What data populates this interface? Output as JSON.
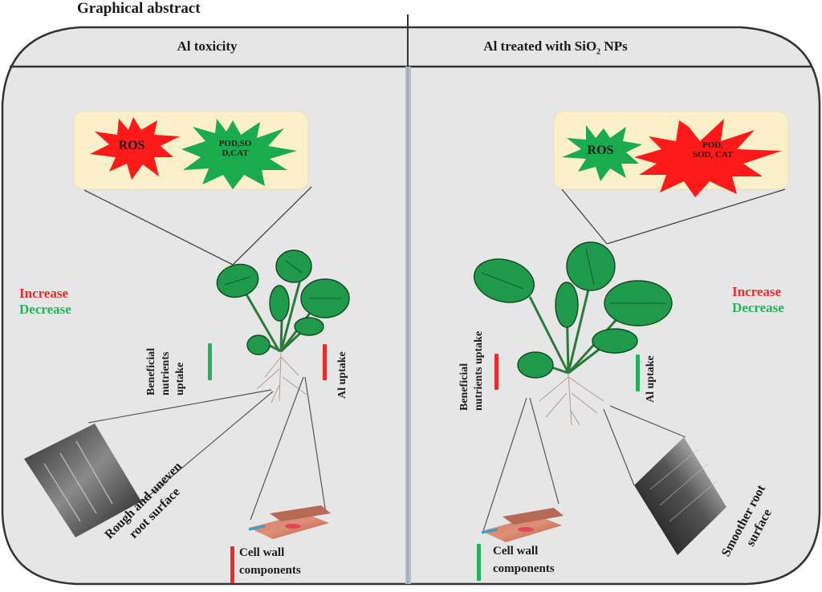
{
  "title": "Graphical abstract",
  "legend": {
    "increase_label": "Increase",
    "decrease_label": "Decrease",
    "increase_color": "#ee2b2b",
    "decrease_color": "#22b35a"
  },
  "panels": {
    "left": {
      "header": "Al  toxicity",
      "stars": [
        {
          "label": "ROS",
          "trend": "increase"
        },
        {
          "label_line1": "POD,SO",
          "label_line2": "D,CAT",
          "trend": "decrease"
        }
      ],
      "nutrients_label": [
        "Beneficial",
        "nutrients",
        "uptake"
      ],
      "nutrients_trend": "decrease",
      "al_uptake_label": "Al uptake",
      "al_uptake_trend": "increase",
      "root_surface_label": [
        "Rough and uneven",
        "root surface"
      ],
      "cell_wall_label": [
        "Cell wall",
        "components"
      ],
      "cell_wall_trend": "increase"
    },
    "right": {
      "header_prefix": "Al  treated with SiO",
      "header_sub": "2",
      "header_suffix": " NPs",
      "stars": [
        {
          "label": "ROS",
          "trend": "decrease"
        },
        {
          "label_line1": "POD,",
          "label_line2": "SOD, CAT",
          "trend": "increase"
        }
      ],
      "nutrients_label": [
        "Beneficial",
        "nutrients uptake"
      ],
      "nutrients_trend": "increase",
      "al_uptake_label": "Al uptake",
      "al_uptake_trend": "decrease",
      "root_surface_label": [
        "Smoother root",
        "surface"
      ],
      "cell_wall_label": [
        "Cell wall",
        "components"
      ],
      "cell_wall_trend": "decrease"
    }
  },
  "colors": {
    "panel_bg": "#e6e6e6",
    "callout_bg": "#fbf0c9",
    "leaf": "#1f9a4a",
    "red_star": "#ff1a1a",
    "green_star": "#1aab4e"
  }
}
